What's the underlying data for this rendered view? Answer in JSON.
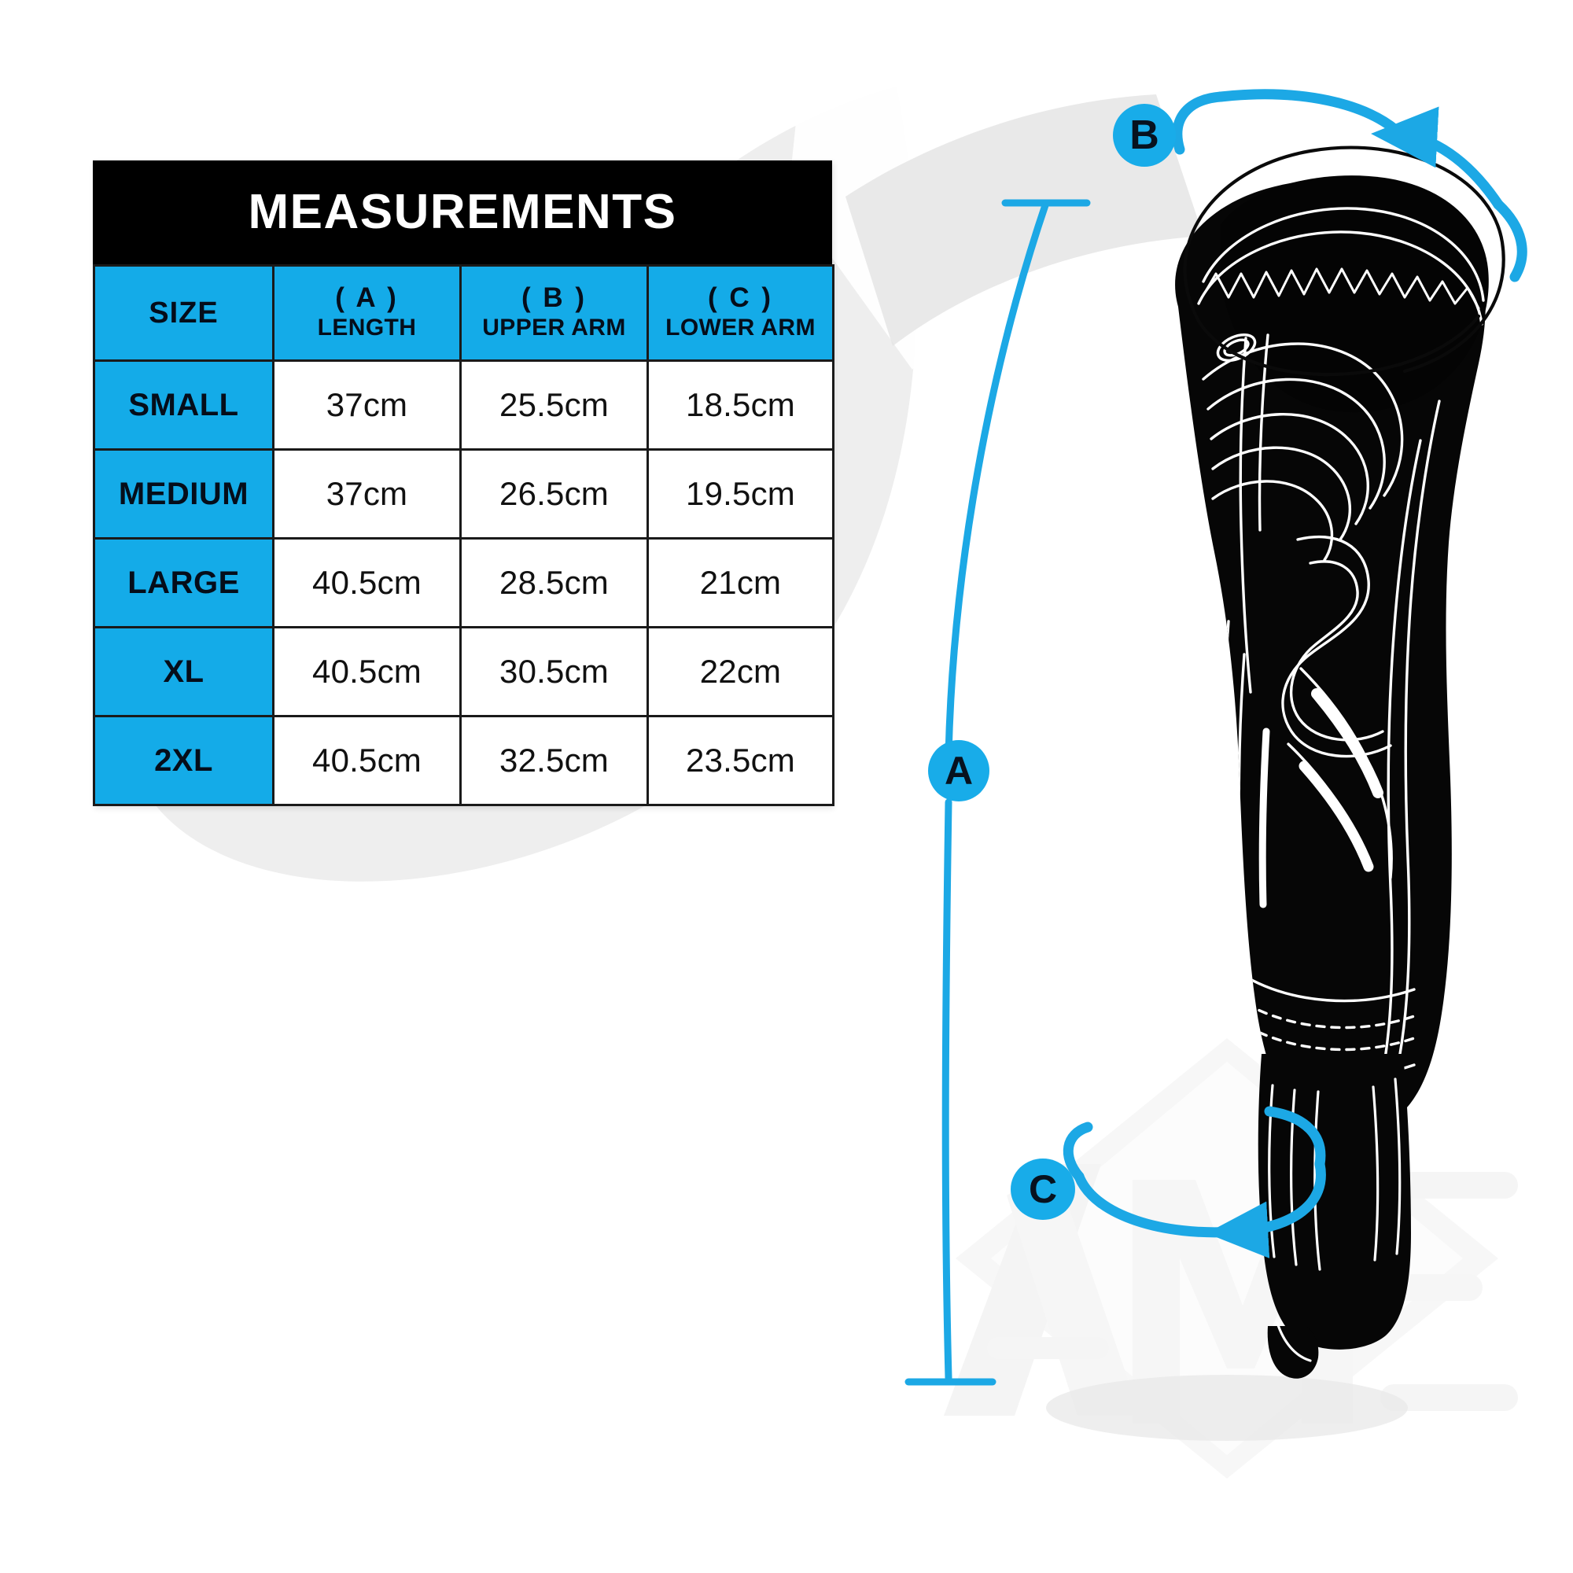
{
  "chart": {
    "title": "MEASUREMENTS",
    "columns": [
      {
        "code": "",
        "name": "SIZE",
        "single": true
      },
      {
        "code": "( A )",
        "name": "LENGTH",
        "single": false
      },
      {
        "code": "( B )",
        "name": "UPPER ARM",
        "single": false
      },
      {
        "code": "( C )",
        "name": "LOWER ARM",
        "single": false
      }
    ],
    "rows": [
      {
        "size": "SMALL",
        "a": "37cm",
        "b": "25.5cm",
        "c": "18.5cm"
      },
      {
        "size": "MEDIUM",
        "a": "37cm",
        "b": "26.5cm",
        "c": "19.5cm"
      },
      {
        "size": "LARGE",
        "a": "40.5cm",
        "b": "28.5cm",
        "c": "21cm"
      },
      {
        "size": "XL",
        "a": "40.5cm",
        "b": "30.5cm",
        "c": "22cm"
      },
      {
        "size": "2XL",
        "a": "40.5cm",
        "b": "32.5cm",
        "c": "23.5cm"
      }
    ]
  },
  "markers": {
    "a": "A",
    "b": "B",
    "c": "C"
  },
  "colors": {
    "accent_blue": "#14ABE8",
    "header_black": "#000000",
    "grid_line": "#1a1a1a",
    "cell_white": "#ffffff",
    "watermark_grey": "#e9e9e9"
  },
  "chart_data": {
    "type": "table",
    "title": "MEASUREMENTS",
    "categories": [
      "SMALL",
      "MEDIUM",
      "LARGE",
      "XL",
      "2XL"
    ],
    "columns": [
      "SIZE",
      "( A ) LENGTH",
      "( B ) UPPER ARM",
      "( C ) LOWER ARM"
    ],
    "series": [
      {
        "name": "( A ) LENGTH",
        "values": [
          "37cm",
          "37cm",
          "40.5cm",
          "40.5cm",
          "40.5cm"
        ]
      },
      {
        "name": "( B ) UPPER ARM",
        "values": [
          "25.5cm",
          "26.5cm",
          "28.5cm",
          "30.5cm",
          "32.5cm"
        ]
      },
      {
        "name": "( C ) LOWER ARM",
        "values": [
          "18.5cm",
          "19.5cm",
          "21cm",
          "22cm",
          "23.5cm"
        ]
      }
    ]
  }
}
